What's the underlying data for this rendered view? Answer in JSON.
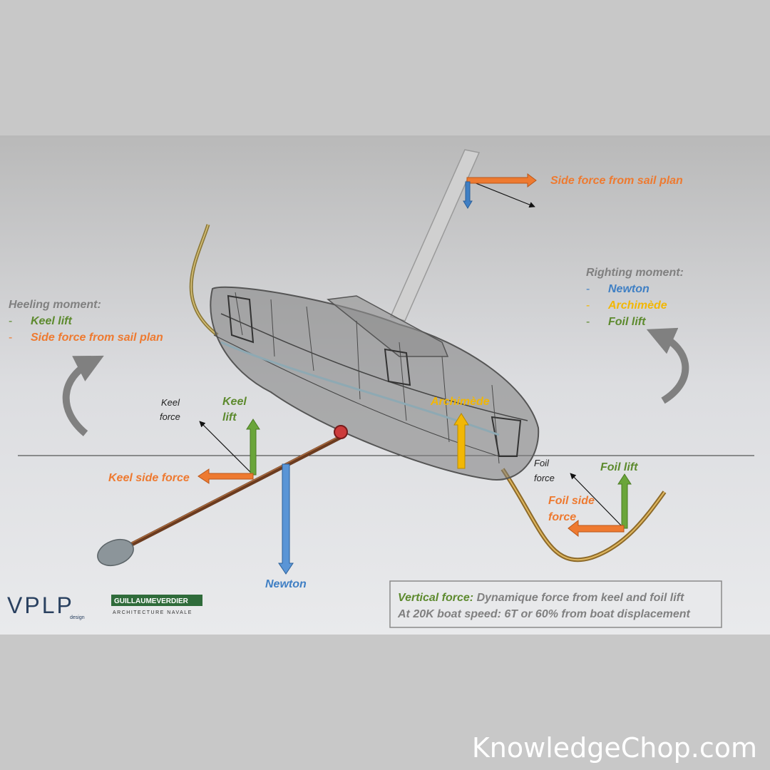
{
  "sail_force": {
    "label": "Side force from sail plan",
    "color": "#ee7a30"
  },
  "heeling": {
    "title": "Heeling moment:",
    "items": [
      {
        "dash": "-",
        "label": "Keel lift",
        "color": "green"
      },
      {
        "dash": "-",
        "label": "Side force from sail plan",
        "color": "orange"
      }
    ]
  },
  "righting": {
    "title": "Righting moment:",
    "items": [
      {
        "dash": "-",
        "label": "Newton",
        "color": "blue"
      },
      {
        "dash": "-",
        "label": "Archimède",
        "color": "yellow"
      },
      {
        "dash": "-",
        "label": "Foil lift",
        "color": "green"
      }
    ]
  },
  "forces": {
    "keel_force": [
      "Keel",
      "force"
    ],
    "keel_lift": [
      "Keel",
      "lift"
    ],
    "keel_side_force": "Keel side force",
    "archimede": "Archimède",
    "newton": "Newton",
    "foil_force": [
      "Foil",
      "force"
    ],
    "foil_lift": "Foil lift",
    "foil_side_force": [
      "Foil side",
      "force"
    ]
  },
  "note": {
    "line1_label": "Vertical force:",
    "line1_text": " Dynamique force from keel and foil lift",
    "line2_text": "At 20K boat speed: 6T or 60% from boat displacement"
  },
  "logos": {
    "vplp": "VPLP",
    "vplp_sub": "design",
    "gv_name": "GUILLAUMEVERDIER",
    "gv_sub": "ARCHITECTURE NAVALE"
  },
  "watermark": "KnowledgeChop.com",
  "colors": {
    "orange": "#ee7a30",
    "green": "#5d8a2e",
    "blue": "#3f7fc4",
    "yellow": "#f2b705",
    "grey": "#808080"
  }
}
